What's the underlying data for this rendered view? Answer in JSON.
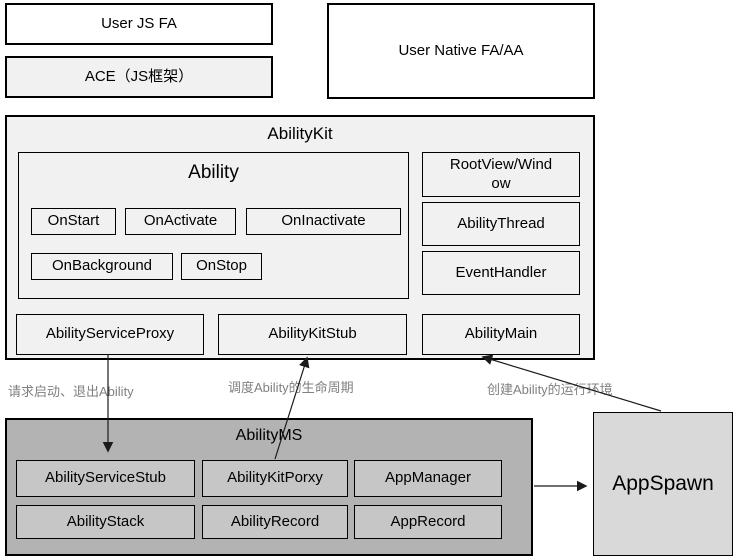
{
  "top": {
    "user_js_fa": "User JS FA",
    "ace": "ACE（JS框架）",
    "user_native": "User Native FA/AA"
  },
  "abilitykit": {
    "title": "AbilityKit",
    "ability": {
      "title": "Ability",
      "lifecycle": [
        "OnStart",
        "OnActivate",
        "OnInactivate",
        "OnBackground",
        "OnStop"
      ]
    },
    "right_column": [
      "RootView/Window",
      "AbilityThread",
      "EventHandler"
    ],
    "bottom_row": [
      "AbilityServiceProxy",
      "AbilityKitStub",
      "AbilityMain"
    ]
  },
  "arrow_labels": {
    "request": "请求启动、退出Ability",
    "schedule": "调度Ability的生命周期",
    "create": "创建Ability的运行环境"
  },
  "abilityms": {
    "title": "AbilityMS",
    "row1": [
      "AbilityServiceStub",
      "AbilityKitPorxy",
      "AppManager"
    ],
    "row2": [
      "AbilityStack",
      "AbilityRecord",
      "AppRecord"
    ]
  },
  "appspawn": {
    "title": "AppSpawn"
  },
  "colors": {
    "light_box": "#f1f1f1",
    "ms_box": "#b3b3b3",
    "ms_inner_box": "#c6c6c6",
    "appspawn_box": "#d9d9d9",
    "border": "#000000",
    "label_text": "#808080",
    "background": "#ffffff"
  }
}
